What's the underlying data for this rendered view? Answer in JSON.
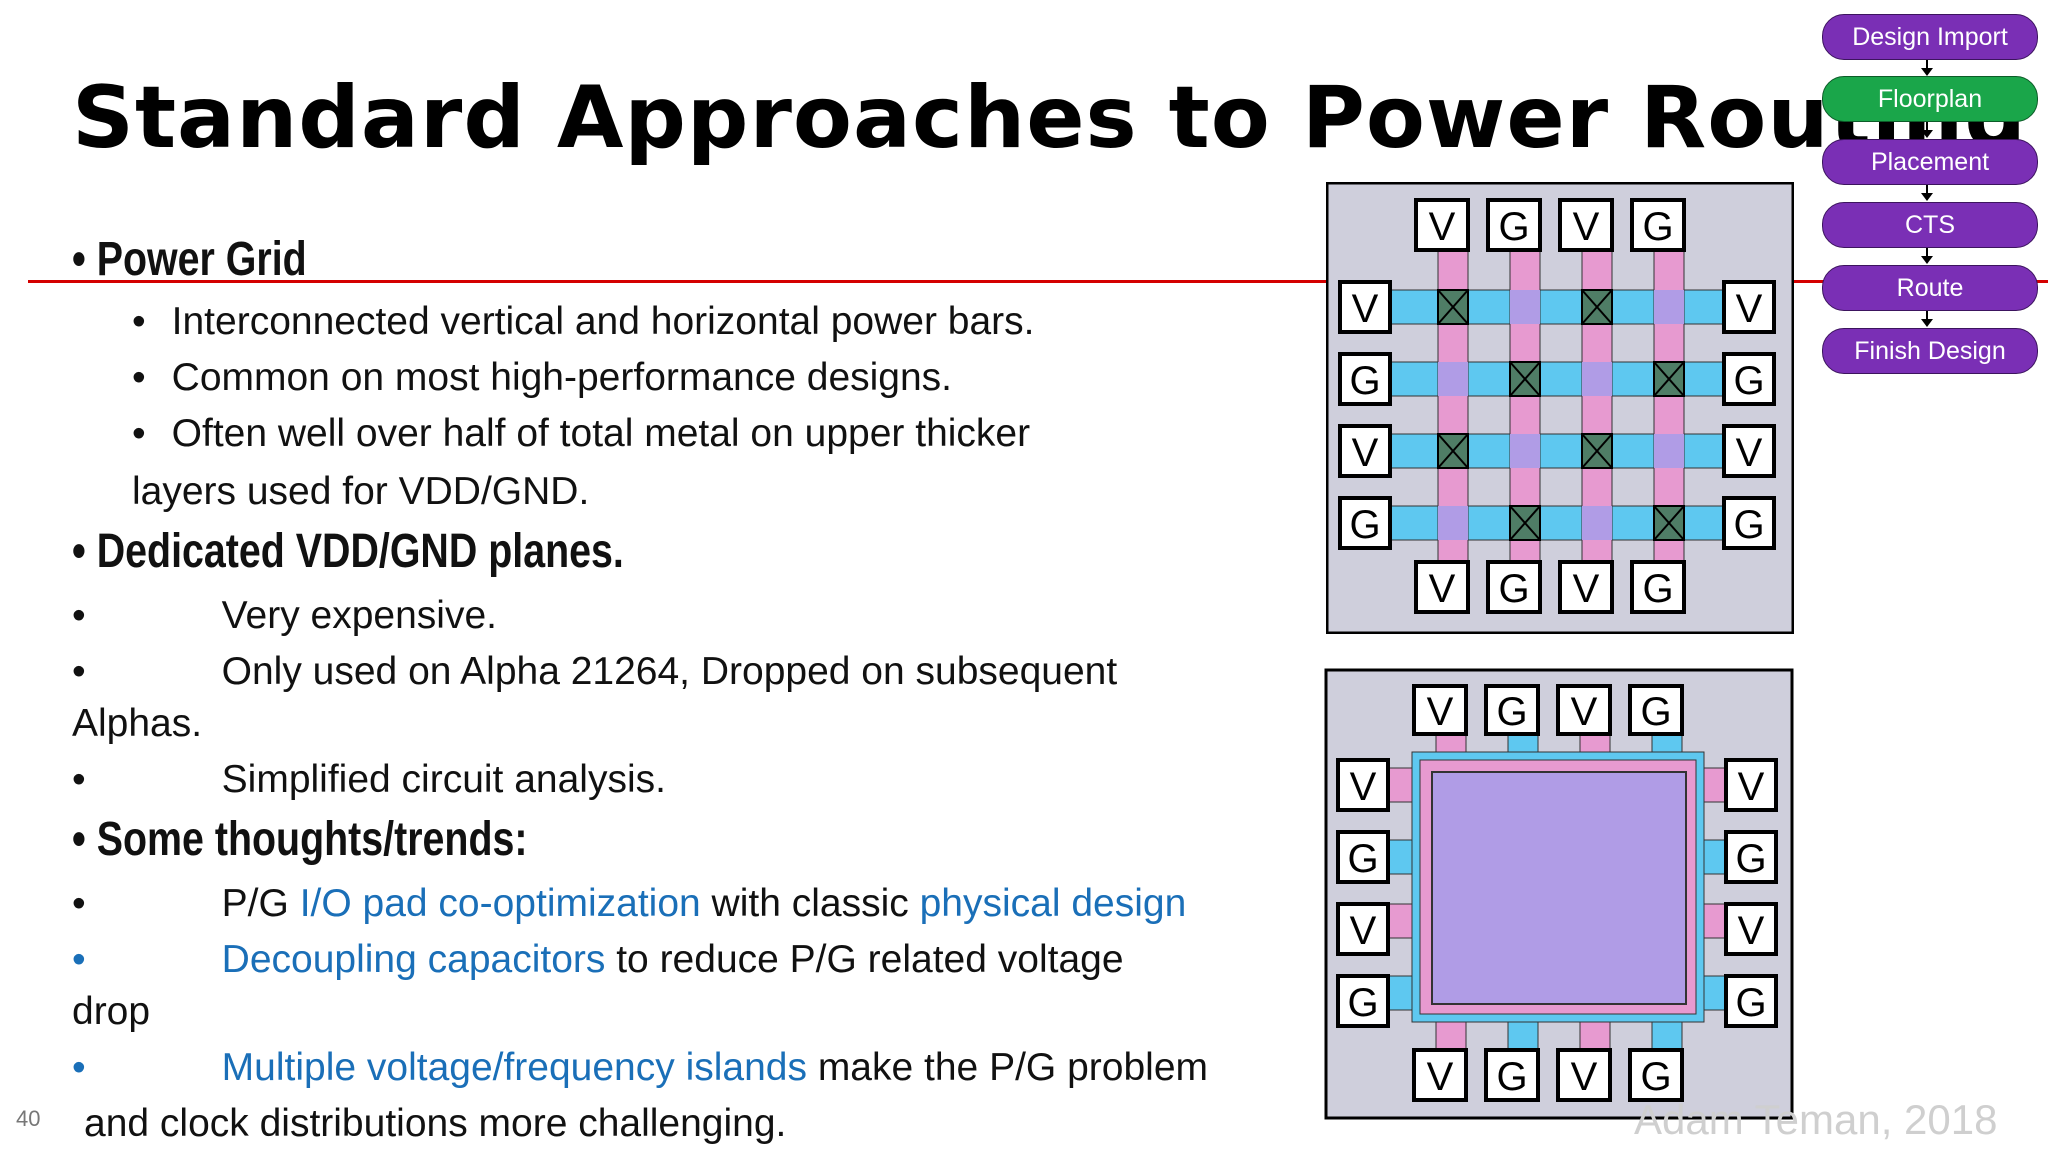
{
  "title": "Standard Approaches to Power Routing",
  "flow": {
    "steps": [
      {
        "label": "Design Import",
        "color": "#7a2fb5"
      },
      {
        "label": "Floorplan",
        "color": "#1aa64a"
      },
      {
        "label": "Placement",
        "color": "#7a2fb5"
      },
      {
        "label": "CTS",
        "color": "#7a2fb5"
      },
      {
        "label": "Route",
        "color": "#7a2fb5"
      },
      {
        "label": "Finish Design",
        "color": "#7a2fb5"
      }
    ]
  },
  "sections": {
    "power_grid": {
      "heading": "Power Grid",
      "items": [
        "Interconnected vertical and horizontal power bars.",
        "Common on most high-performance designs.",
        "Often well over half of total metal on upper thicker",
        "layers  used for VDD/GND."
      ]
    },
    "planes": {
      "heading": "Dedicated VDD/GND planes.",
      "items": [
        "Very expensive.",
        "Only used on Alpha 21264, Dropped on subsequent",
        "Alphas.",
        "Simplified circuit analysis."
      ]
    },
    "trends": {
      "heading": "Some thoughts/trends:",
      "line1": {
        "a": "P/G ",
        "b": "I/O pad co-optimization",
        "c": " with classic ",
        "d": "physical design"
      },
      "line2": {
        "a": "Decoupling capacitors",
        "b": " to reduce P/G related voltage"
      },
      "line3": "drop",
      "line4": {
        "a": "Multiple voltage/frequency islands",
        "b": " make the P/G problem"
      },
      "line5": "and clock distributions more challenging."
    }
  },
  "bullet": "•",
  "diagram": {
    "pad_labels_top": [
      "V",
      "G",
      "V",
      "G"
    ],
    "pad_labels_side": [
      "V",
      "G",
      "V",
      "G"
    ],
    "colors": {
      "background": "#cfcfdc",
      "vdd": "#e79ad0",
      "gnd": "#5ec8f0",
      "overlap": "#b09ce6",
      "via": "#4f7d66",
      "plane": "#b09ce6"
    }
  },
  "page_number": "40",
  "footer": "Adam Teman, 2018"
}
